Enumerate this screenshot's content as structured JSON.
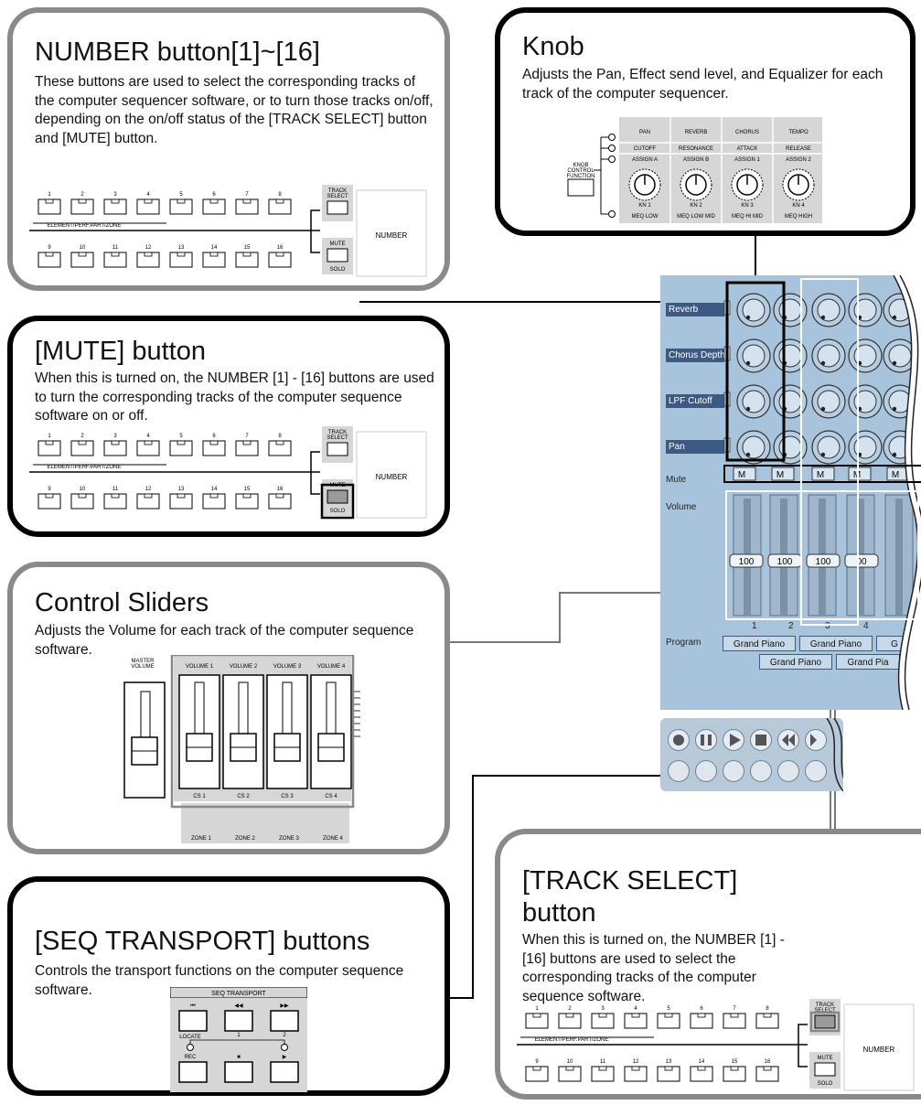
{
  "sections": {
    "number": {
      "title": "NUMBER button[1]~[16]",
      "desc": "These buttons are used to select the corresponding tracks of the computer sequencer software, or to turn those tracks on/off, depending on the on/off status of the [TRACK SELECT] button and [MUTE] button."
    },
    "knob": {
      "title": "Knob",
      "desc": "Adjusts the Pan, Effect send level, and Equalizer for each track of the computer sequencer."
    },
    "mute": {
      "title": "[MUTE] button",
      "desc": "When this is turned on, the NUMBER [1] - [16] buttons are used to turn the corresponding tracks of the computer sequence software on or off."
    },
    "sliders": {
      "title": "Control Sliders",
      "desc": "Adjusts the Volume for each track of the computer sequence software."
    },
    "transport": {
      "title": "[SEQ TRANSPORT] buttons",
      "desc": "Controls the transport functions on the computer sequence software."
    },
    "track_select": {
      "title_line1": "[TRACK SELECT]",
      "title_line2": "button",
      "desc": "When this is turned on, the NUMBER [1] - [16] buttons are used to select the corresponding tracks of the computer sequence software."
    }
  },
  "number_panel": {
    "top_numbers": [
      "1",
      "2",
      "3",
      "4",
      "5",
      "6",
      "7",
      "8"
    ],
    "bottom_numbers": [
      "9",
      "10",
      "11",
      "12",
      "13",
      "14",
      "15",
      "16"
    ],
    "group_label": "ELEMENT/PERF.PART/ZONE",
    "track_select_label_1": "TRACK",
    "track_select_label_2": "SELECT",
    "mute_label": "MUTE",
    "solo_label": "SOLO",
    "number_label": "NUMBER"
  },
  "knob_panel": {
    "knob_control_1": "KNOB",
    "knob_control_2": "CONTROL",
    "knob_control_3": "FUNCTION",
    "rows": [
      [
        "PAN",
        "REVERB",
        "CHORUS",
        "TEMPO"
      ],
      [
        "CUTOFF",
        "RESONANCE",
        "ATTACK",
        "RELEASE"
      ],
      [
        "ASSIGN A",
        "ASSIGN B",
        "ASSIGN 1",
        "ASSIGN 2"
      ]
    ],
    "knob_names": [
      "KN 1",
      "KN 2",
      "KN 3",
      "KN 4"
    ],
    "meq": [
      "MEQ LOW",
      "MEQ LOW MID",
      "MEQ HI MID",
      "MEQ HIGH"
    ]
  },
  "slider_panel": {
    "master_1": "MASTER",
    "master_2": "VOLUME",
    "volume_labels": [
      "VOLUME 1",
      "VOLUME 2",
      "VOLUME 3",
      "VOLUME 4"
    ],
    "cs_labels": [
      "CS 1",
      "CS 2",
      "CS 3",
      "CS 4"
    ],
    "zone_labels": [
      "ZONE 1",
      "ZONE 2",
      "ZONE 3",
      "ZONE 4"
    ]
  },
  "transport_panel": {
    "header": "SEQ TRANSPORT",
    "locate": "LOCATE",
    "loc1": "1",
    "loc2": "2",
    "rec": "REC",
    "sym_rewind_start": "⏮",
    "sym_rew": "◀◀",
    "sym_ff": "▶▶",
    "sym_stop": "■",
    "sym_play": "▶"
  },
  "software": {
    "track_labels": [
      "Reverb",
      "Chorus Depth",
      "LPF Cutoff",
      "Pan"
    ],
    "mute_label": "Mute",
    "mute_button": "M",
    "volume_label": "Volume",
    "volume_values": [
      "100",
      "100",
      "100",
      "00"
    ],
    "program_label": "Program",
    "channel_numbers": [
      "1",
      "2",
      "3",
      "4"
    ],
    "program_top": [
      "Grand Piano",
      "Grand Piano",
      "G"
    ],
    "program_bottom": [
      "Grand Piano",
      "Grand Pia"
    ]
  },
  "colors": {
    "software_bg": "#a8c4dd",
    "track_label_bg": "#3d5a84",
    "panel_gray": "#d6d6d6"
  }
}
